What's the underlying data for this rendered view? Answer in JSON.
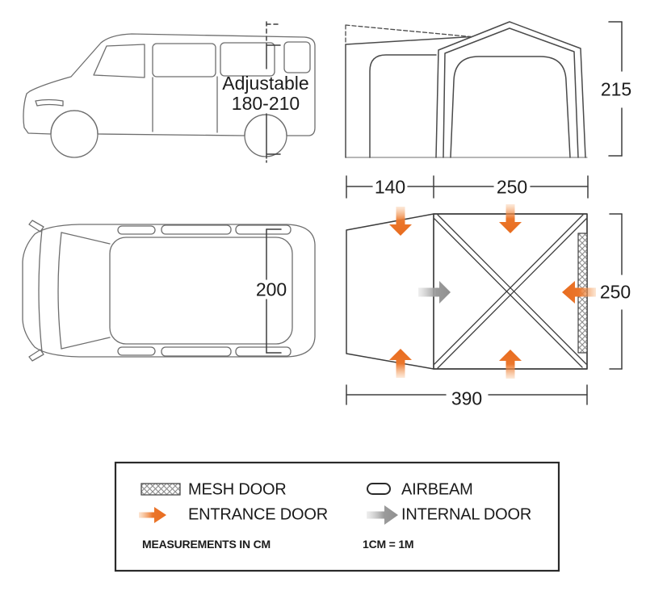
{
  "side_view": {
    "label_line1": "Adjustable",
    "label_line2": "180-210"
  },
  "front_view": {
    "height_cm": "215",
    "tunnel_width_cm": "140",
    "main_width_cm": "250"
  },
  "top_view": {
    "van_width_cm": "200"
  },
  "floor_plan": {
    "depth_cm": "250",
    "total_width_cm": "390"
  },
  "legend": {
    "mesh_door": "MESH DOOR",
    "entrance_door": "ENTRANCE DOOR",
    "airbeam": "AIRBEAM",
    "internal_door": "INTERNAL DOOR",
    "units_note": "MEASUREMENTS IN CM",
    "scale_note": "1CM = 1M"
  },
  "colors": {
    "entrance_orange": "#EB762B",
    "internal_gray": "#9B9B9B",
    "line_dark": "#3F3F3F"
  }
}
